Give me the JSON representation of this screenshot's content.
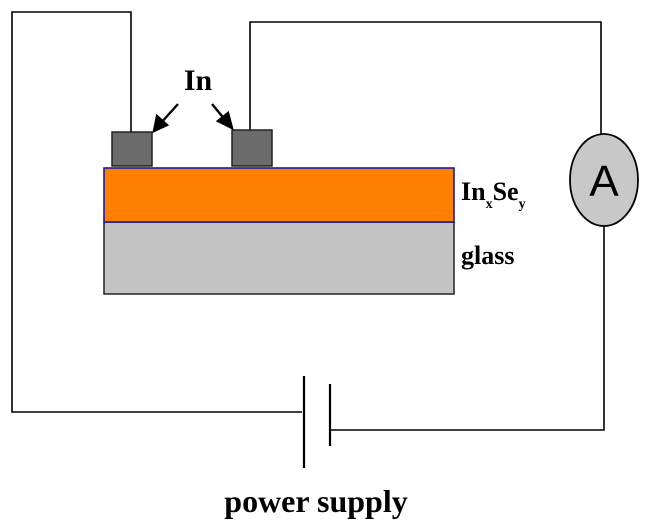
{
  "labels": {
    "electrode": "In",
    "film_main": "In",
    "film_sub_x": "x",
    "film_mid": "Se",
    "film_sub_y": "y",
    "substrate": "glass",
    "ammeter": "A",
    "power": "power supply"
  },
  "colors": {
    "wire": "#000000",
    "electrode_fill": "#6b6b6b",
    "film_fill": "#ff8000",
    "film_stroke": "#1a1aa0",
    "substrate_fill": "#c4c4c4",
    "ammeter_fill": "#c8c8c8"
  }
}
